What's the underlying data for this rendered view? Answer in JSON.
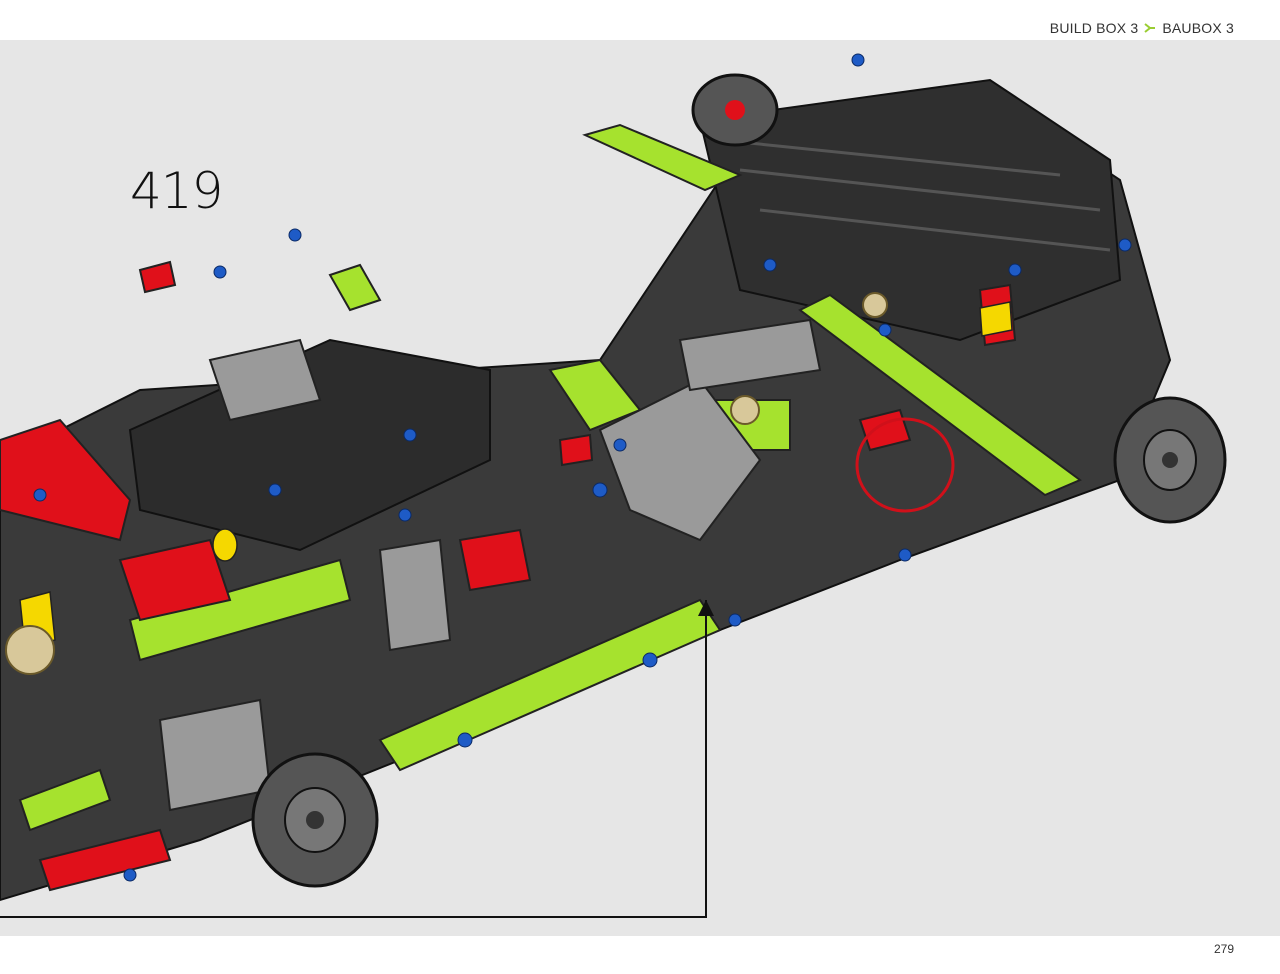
{
  "header": {
    "build_box_en": "BUILD BOX 3",
    "build_box_de": "BAUBOX 3",
    "separator_icon": "chevron-arrow-icon",
    "accent_color": "#9acd32"
  },
  "step": {
    "number": "419"
  },
  "illustration": {
    "subject": "lego-technic-chassis-model",
    "highlight_color": "#d0101a",
    "callout_icon": "callout-arrow-icon"
  },
  "footer": {
    "page_number": "279"
  }
}
